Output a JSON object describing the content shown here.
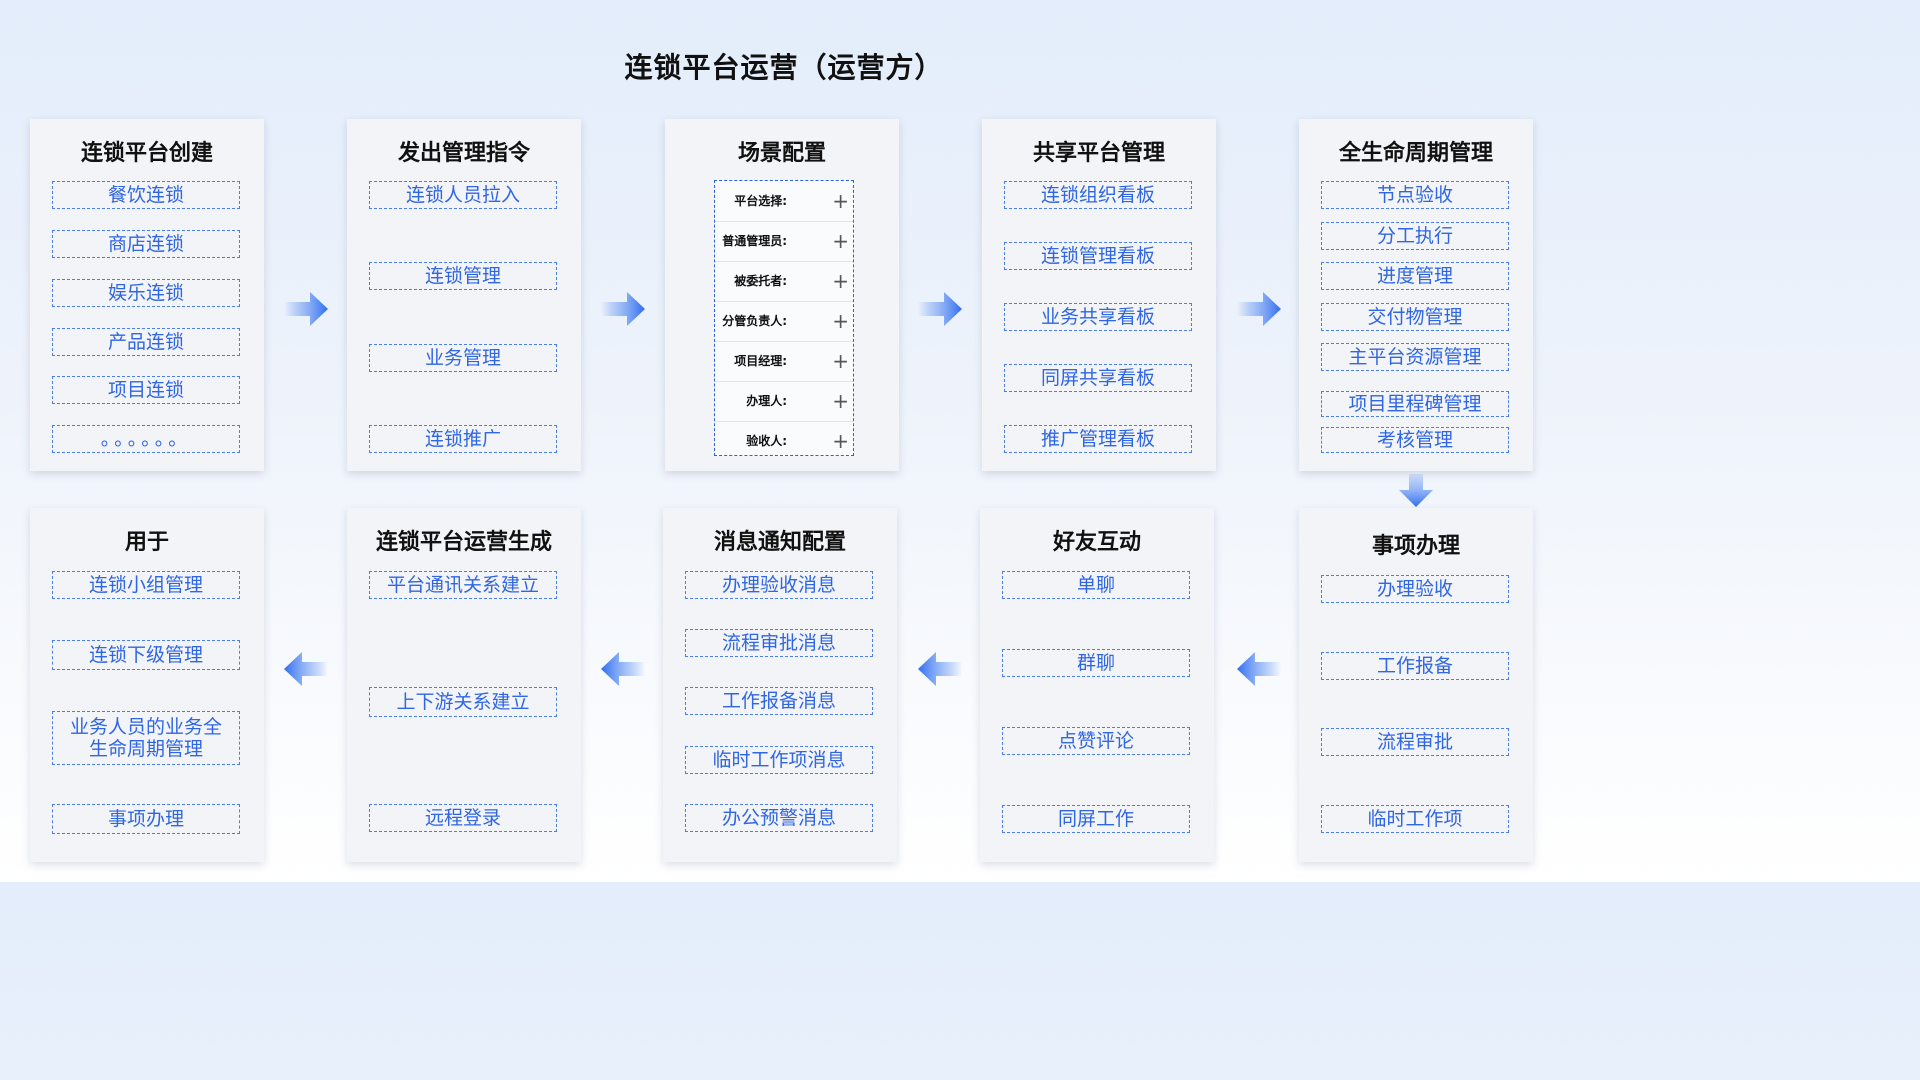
{
  "title": "连锁平台运营（运营方）",
  "cards": {
    "create": {
      "title": "连锁平台创建",
      "items": [
        "餐饮连锁",
        "商店连锁",
        "娱乐连锁",
        "产品连锁",
        "项目连锁",
        "。。。。。。"
      ]
    },
    "command": {
      "title": "发出管理指令",
      "items": [
        "连锁人员拉入",
        "连锁管理",
        "业务管理",
        "连锁推广"
      ]
    },
    "scene": {
      "title": "场景配置",
      "rows": [
        "平台选择:",
        "普通管理员:",
        "被委托者:",
        "分管负责人:",
        "项目经理:",
        "办理人:",
        "验收人:"
      ],
      "plus": "+"
    },
    "share": {
      "title": "共享平台管理",
      "items": [
        "连锁组织看板",
        "连锁管理看板",
        "业务共享看板",
        "同屏共享看板",
        "推广管理看板"
      ]
    },
    "lifecycle": {
      "title": "全生命周期管理",
      "items": [
        "节点验收",
        "分工执行",
        "进度管理",
        "交付物管理",
        "主平台资源管理",
        "项目里程碑管理",
        "考核管理"
      ]
    },
    "matters": {
      "title": "事项办理",
      "items": [
        "办理验收",
        "工作报备",
        "流程审批",
        "临时工作项"
      ]
    },
    "friends": {
      "title": "好友互动",
      "items": [
        "单聊",
        "群聊",
        "点赞评论",
        "同屏工作"
      ]
    },
    "message": {
      "title": "消息通知配置",
      "items": [
        "办理验收消息",
        "流程审批消息",
        "工作报备消息",
        "临时工作项消息",
        "办公预警消息"
      ]
    },
    "generate": {
      "title": "连锁平台运营生成",
      "items": [
        "平台通讯关系建立",
        "上下游关系建立",
        "远程登录"
      ]
    },
    "use": {
      "title": "用于",
      "items": [
        "连锁小组管理",
        "连锁下级管理",
        "业务人员的业务全生命周期管理",
        "事项办理"
      ]
    }
  },
  "colors": {
    "accent": "#2f66e3",
    "arrow": "#3c78f0",
    "card": "#f3f4f7"
  }
}
